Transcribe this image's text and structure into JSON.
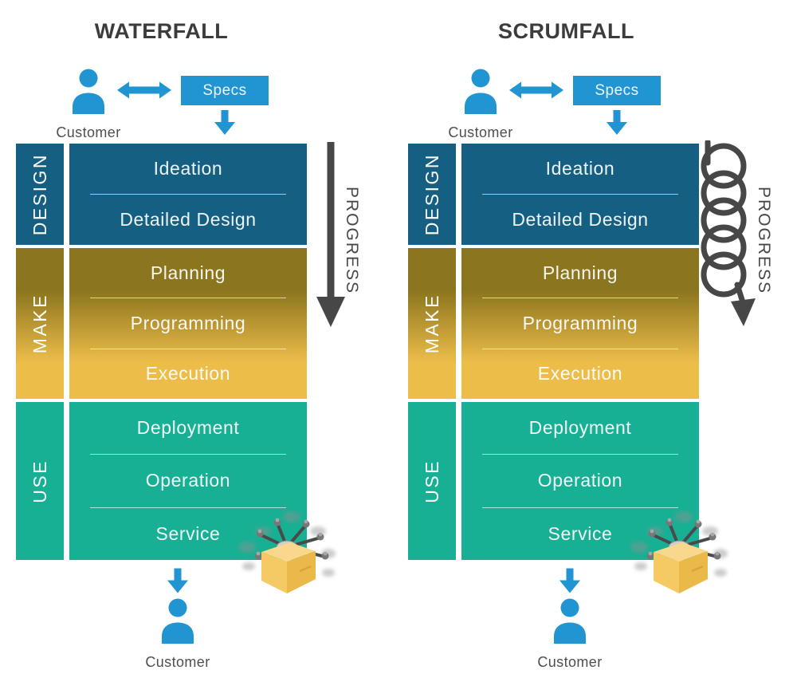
{
  "colors": {
    "accent-blue": "#2095D2",
    "design-blue": "#145F82",
    "make-top": "#8B751E",
    "make-bottom": "#EDBD4A",
    "use-teal": "#18B094",
    "arrow-gray": "#474747",
    "title-gray": "#3C3C3C",
    "text-gray": "#4E4E4E",
    "pkg-top": "#F9D88D",
    "pkg-left": "#F5C964",
    "pkg-right": "#EBB84A"
  },
  "diagrams": [
    {
      "title": "WATERFALL",
      "customer_top_label": "Customer",
      "specs_label": "Specs",
      "progress_label": "PROGRESS",
      "progress_arrow_style": "straight-down",
      "sections": [
        {
          "label": "DESIGN",
          "rows": [
            "Ideation",
            "Detailed Design"
          ]
        },
        {
          "label": "MAKE",
          "rows": [
            "Planning",
            "Programming",
            "Execution"
          ]
        },
        {
          "label": "USE",
          "rows": [
            "Deployment",
            "Operation",
            "Service"
          ]
        }
      ],
      "customer_bottom_label": "Customer"
    },
    {
      "title": "SCRUMFALL",
      "customer_top_label": "Customer",
      "specs_label": "Specs",
      "progress_label": "PROGRESS",
      "progress_arrow_style": "looping-spiral-down",
      "sections": [
        {
          "label": "DESIGN",
          "rows": [
            "Ideation",
            "Detailed Design"
          ]
        },
        {
          "label": "MAKE",
          "rows": [
            "Planning",
            "Programming",
            "Execution"
          ]
        },
        {
          "label": "USE",
          "rows": [
            "Deployment",
            "Operation",
            "Service"
          ]
        }
      ],
      "customer_bottom_label": "Customer"
    }
  ]
}
